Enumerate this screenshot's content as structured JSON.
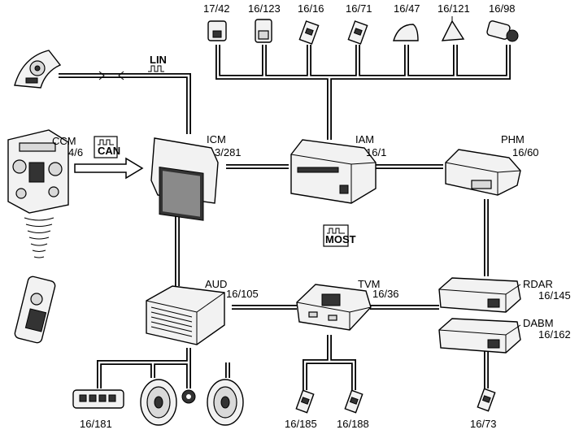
{
  "labels": {
    "top_17_42": "17/42",
    "top_16_123": "16/123",
    "top_16_16": "16/16",
    "top_16_71": "16/71",
    "top_16_47": "16/47",
    "top_16_121": "16/121",
    "top_16_98": "16/98",
    "ccm_name": "CCM",
    "ccm_code": "4/6",
    "icm_name": "ICM",
    "icm_code": "3/281",
    "iam_name": "IAM",
    "iam_code": "16/1",
    "phm_name": "PHM",
    "phm_code": "16/60",
    "aud_name": "AUD",
    "aud_code": "16/105",
    "tvm_name": "TVM",
    "tvm_code": "16/36",
    "rdar_name": "RDAR",
    "rdar_code": "16/145",
    "dabm_name": "DABM",
    "dabm_code": "16/162",
    "bottom_16_181": "16/181",
    "bottom_16_185": "16/185",
    "bottom_16_188": "16/188",
    "bottom_16_73": "16/73"
  },
  "bus_symbols": {
    "lin": "LIN",
    "can": "CAN",
    "most": "MOST"
  }
}
